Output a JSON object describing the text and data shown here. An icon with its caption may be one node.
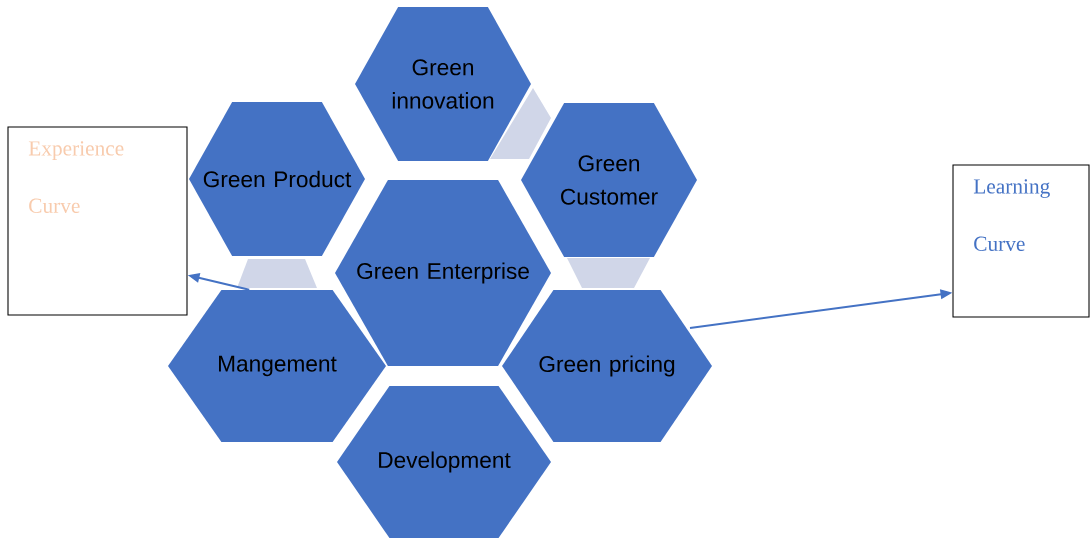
{
  "diagram": {
    "nodes": [
      {
        "text": [
          "Green innovation"
        ]
      },
      {
        "text": [
          "Green Product"
        ]
      },
      {
        "text": [
          "Green Customer"
        ]
      },
      {
        "text": [
          "Green Enterprise"
        ]
      },
      {
        "text": [
          "Mangement"
        ]
      },
      {
        "text": [
          "Green pricing"
        ]
      },
      {
        "text": [
          "Development"
        ]
      },
      {
        "text": [
          "Experience Curve"
        ]
      },
      {
        "text": [
          "Learning Curve"
        ]
      }
    ],
    "edges": [
      {
        "from": 4,
        "to": 7,
        "arrow": "to"
      },
      {
        "from": 5,
        "to": 8,
        "arrow": "to"
      }
    ]
  }
}
